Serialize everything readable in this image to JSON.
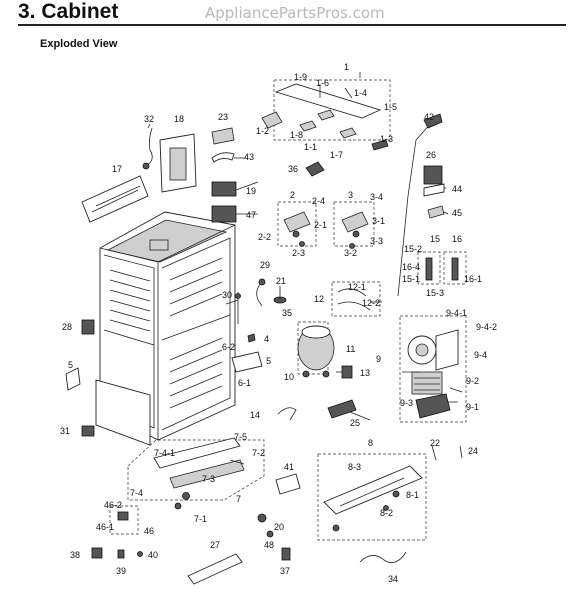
{
  "header": {
    "title": "3.  Cabinet",
    "site": "AppliancePartsPros.com",
    "subtitle": "Exploded View"
  },
  "labels": {
    "l1": "1",
    "l1_9": "1-9",
    "l1_6": "1-6",
    "l1_4": "1-4",
    "l1_5": "1-5",
    "l1_2": "1-2",
    "l1_8": "1-8",
    "l1_1": "1-1",
    "l1_7": "1-7",
    "l1_3": "1-3",
    "l32": "32",
    "l18": "18",
    "l23": "23",
    "l43": "43",
    "l42": "42",
    "l17": "17",
    "l36": "36",
    "l26": "26",
    "l44": "44",
    "l19": "19",
    "l47": "47",
    "l45": "45",
    "l2": "2",
    "l2_4": "2-4",
    "l2_1": "2-1",
    "l2_2": "2-2",
    "l2_3": "2-3",
    "l3": "3",
    "l3_4": "3-4",
    "l3_1": "3-1",
    "l3_3": "3-3",
    "l3_2": "3-2",
    "l15": "15",
    "l15_2": "15-2",
    "l16": "16",
    "l16_4": "16-4",
    "l15_1": "15-1",
    "l16_1": "16-1",
    "l15_3": "15-3",
    "l29": "29",
    "l21": "21",
    "l30": "30",
    "l12_1": "12-1",
    "l12": "12",
    "l12_2": "12-2",
    "l28": "28",
    "l35": "35",
    "l9_4_1": "9-4-1",
    "l9_4_2": "9-4-2",
    "l6_2": "6-2",
    "l4": "4",
    "l11": "11",
    "l9": "9",
    "l9_4": "9-4",
    "l5": "5",
    "l6_1": "6-1",
    "l10": "10",
    "l13": "13",
    "l9_2": "9-2",
    "l9_3": "9-3",
    "l9_1": "9-1",
    "l14": "14",
    "l25": "25",
    "l31": "31",
    "l7_5": "7-5",
    "l8": "8",
    "l22": "22",
    "l24": "24",
    "l7_4_1": "7-4-1",
    "l7_2": "7-2",
    "l7_3": "7-3",
    "l8_3": "8-3",
    "l41": "41",
    "l7_4": "7-4",
    "l7": "7",
    "l8_1": "8-1",
    "l46_2": "46-2",
    "l8_2": "8-2",
    "l7_1": "7-1",
    "l20": "20",
    "l46_1": "46-1",
    "l46": "46",
    "l48": "48",
    "l27": "27",
    "l38": "38",
    "l40": "40",
    "l39": "39",
    "l37": "37",
    "l34": "34"
  }
}
